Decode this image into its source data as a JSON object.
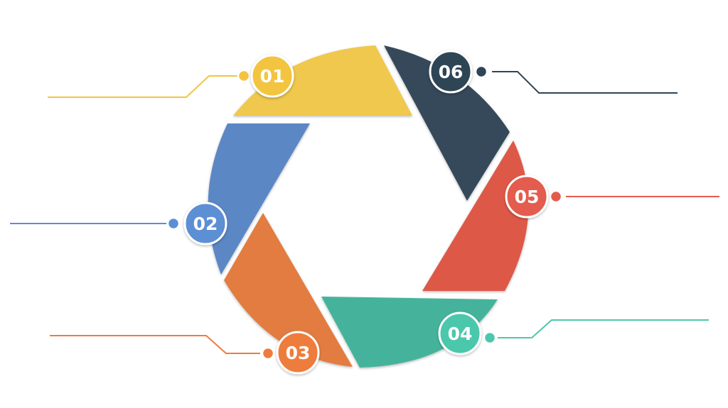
{
  "segments": [
    {
      "label": "01",
      "color": "#EFC84D"
    },
    {
      "label": "02",
      "color": "#5C87C5"
    },
    {
      "label": "03",
      "color": "#E27B3F"
    },
    {
      "label": "04",
      "color": "#44B39C"
    },
    {
      "label": "05",
      "color": "#DE5847"
    },
    {
      "label": "06",
      "color": "#344A5A"
    }
  ],
  "badge_colors": {
    "01": "#F3C440",
    "02": "#5B8FD4",
    "03": "#EE7B3C",
    "04": "#4CC7AC",
    "05": "#E45B4D",
    "06": "#2F4556"
  }
}
